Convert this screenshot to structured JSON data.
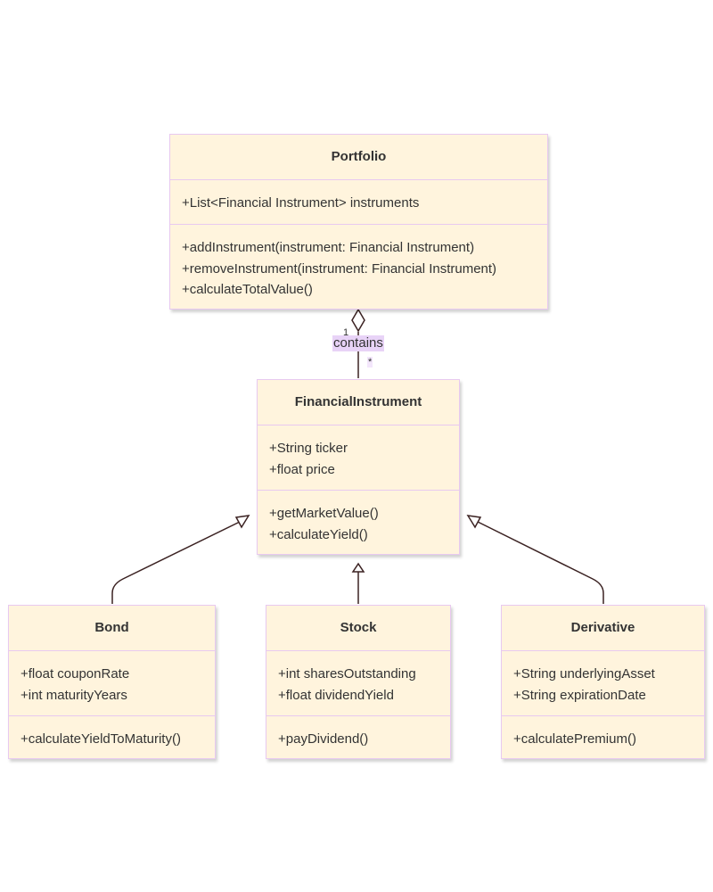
{
  "classes": {
    "portfolio": {
      "name": "Portfolio",
      "attributes": [
        "+List<Financial Instrument> instruments"
      ],
      "methods": [
        "+addInstrument(instrument: Financial Instrument)",
        "+removeInstrument(instrument: Financial Instrument)",
        "+calculateTotalValue()"
      ]
    },
    "instrument": {
      "name": "FinancialInstrument",
      "attributes": [
        "+String ticker",
        "+float price"
      ],
      "methods": [
        "+getMarketValue()",
        "+calculateYield()"
      ]
    },
    "bond": {
      "name": "Bond",
      "attributes": [
        "+float couponRate",
        "+int maturityYears"
      ],
      "methods": [
        "+calculateYieldToMaturity()"
      ]
    },
    "stock": {
      "name": "Stock",
      "attributes": [
        "+int sharesOutstanding",
        "+float dividendYield"
      ],
      "methods": [
        "+payDividend()"
      ]
    },
    "derivative": {
      "name": "Derivative",
      "attributes": [
        "+String underlyingAsset",
        "+String expirationDate"
      ],
      "methods": [
        "+calculatePremium()"
      ]
    }
  },
  "relations": {
    "contains": {
      "label": "contains",
      "source_multiplicity": "1",
      "target_multiplicity": "*"
    }
  },
  "colors": {
    "class_fill": "#fff4dd",
    "class_border": "#e8c9f0",
    "line": "#3b2222",
    "label_bg": "#e8d3f7"
  }
}
